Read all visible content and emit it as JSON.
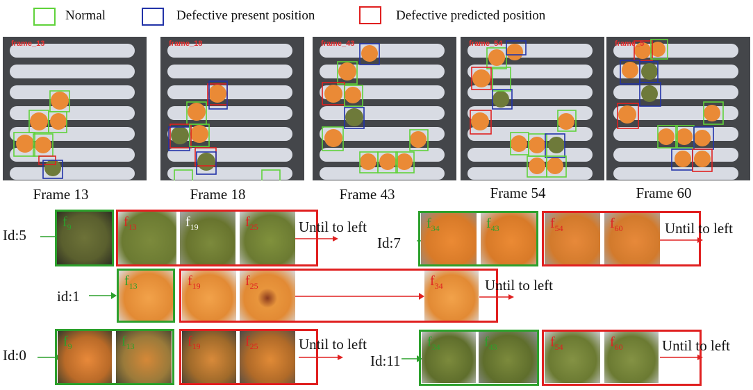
{
  "legend": [
    {
      "label": "Normal",
      "color": "#5fd23a"
    },
    {
      "label": "Defective present position",
      "color": "#2233a8"
    },
    {
      "label": "Defective predicted position",
      "color": "#e02020"
    }
  ],
  "panels": [
    {
      "caption": "Frame 13",
      "tag": "frame_13"
    },
    {
      "caption": "Frame 18",
      "tag": "frame_18"
    },
    {
      "caption": "Frame 43",
      "tag": "frame_43"
    },
    {
      "caption": "Frame 54",
      "tag": "frame_54"
    },
    {
      "caption": "Frame 60",
      "tag": "frame_5"
    }
  ],
  "tracks": {
    "id5": {
      "label": "Id:5",
      "frames": [
        {
          "f": "f",
          "n": "9"
        },
        {
          "f": "f",
          "n": "13"
        },
        {
          "f": "f",
          "n": "19"
        },
        {
          "f": "f",
          "n": "25"
        }
      ],
      "note": "Until to left"
    },
    "id7": {
      "label": "Id:7",
      "frames": [
        {
          "f": "f",
          "n": "34"
        },
        {
          "f": "f",
          "n": "43"
        },
        {
          "f": "f",
          "n": "54"
        },
        {
          "f": "f",
          "n": "60"
        }
      ],
      "note": "Until to left"
    },
    "id1": {
      "label": "id:1",
      "frames": [
        {
          "f": "f",
          "n": "13"
        },
        {
          "f": "f",
          "n": "19"
        },
        {
          "f": "f",
          "n": "25"
        },
        {
          "f": "f",
          "n": "34"
        }
      ],
      "note": "Until to left"
    },
    "id0": {
      "label": "Id:0",
      "frames": [
        {
          "f": "f",
          "n": "9"
        },
        {
          "f": "f",
          "n": "13"
        },
        {
          "f": "f",
          "n": "19"
        },
        {
          "f": "f",
          "n": "25"
        }
      ],
      "note": "Until to left"
    },
    "id11": {
      "label": "Id:11",
      "frames": [
        {
          "f": "f",
          "n": "34"
        },
        {
          "f": "f",
          "n": "43"
        },
        {
          "f": "f",
          "n": "54"
        },
        {
          "f": "f",
          "n": "60"
        }
      ],
      "note": "Until to left"
    }
  }
}
